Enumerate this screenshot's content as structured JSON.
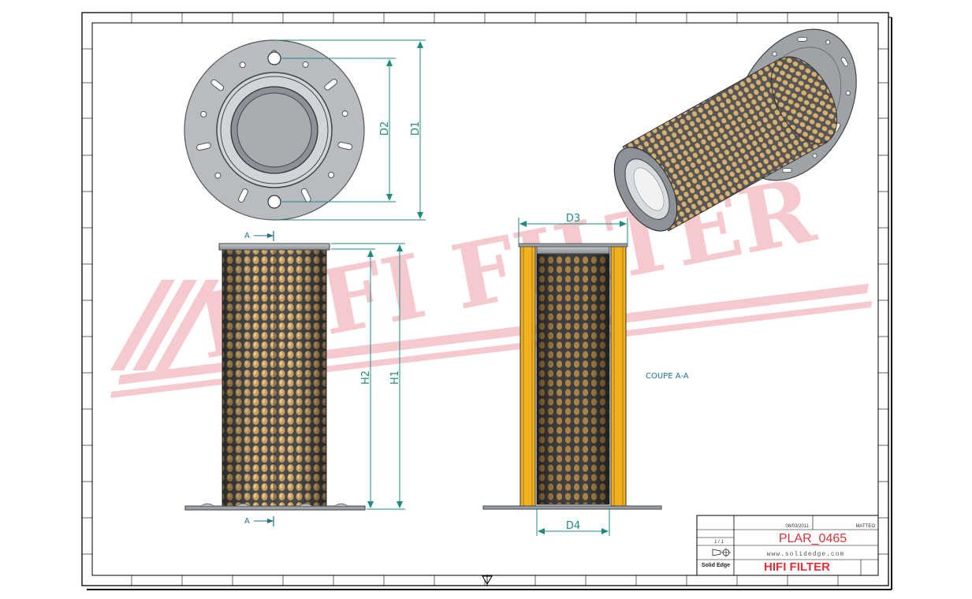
{
  "watermark": {
    "text": "HIFI FILTER"
  },
  "dimensions": {
    "d1": "D1",
    "d2": "D2",
    "d3": "D3",
    "d4": "D4",
    "h1": "H1",
    "h2": "H2"
  },
  "section": {
    "marker_top": "A",
    "marker_bottom": "A",
    "label": "COUPE A-A"
  },
  "title_block": {
    "date": "08/03/2011",
    "author": "MATTEO",
    "scale": "1 / 1",
    "code": "PLAR_0465",
    "url": "www.solidedge.com",
    "software": "Solid Edge",
    "company": "HIFI FILTER"
  },
  "colors": {
    "dimension": "#1f8a80",
    "media": "#c8a060",
    "seal": "#f0b020",
    "metal": "#9aa0a6",
    "brand": "#e0303a",
    "watermark": "#f5c4c8"
  }
}
